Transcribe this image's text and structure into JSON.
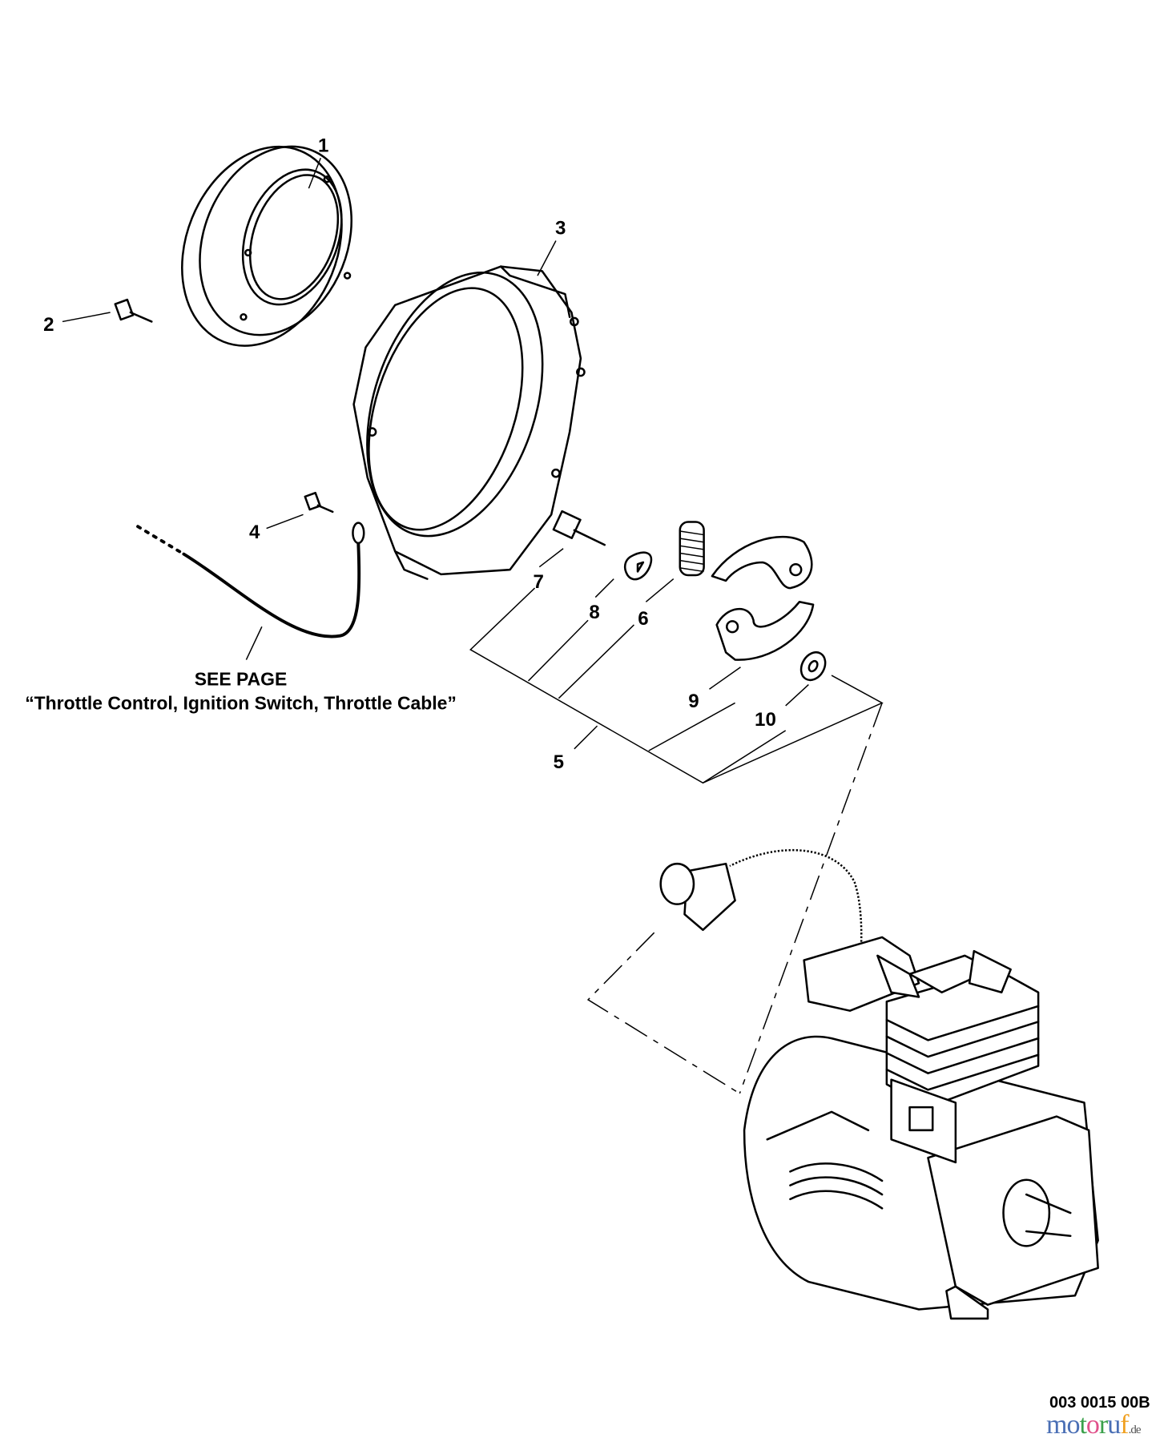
{
  "diagram": {
    "callouts": {
      "p1": "1",
      "p2": "2",
      "p3": "3",
      "p4": "4",
      "p5": "5",
      "p6": "6",
      "p7": "7",
      "p8": "8",
      "p9": "9",
      "p10": "10"
    },
    "see_page": {
      "line1": "SEE PAGE",
      "line2": "“Throttle Control, Ignition Switch, Throttle Cable”"
    },
    "drawing_code": "003 0015 00B"
  },
  "watermark": {
    "letters": [
      "m",
      "o",
      "t",
      "o",
      "r",
      "u",
      "f"
    ],
    "suffix": ".de",
    "colors": [
      "#4a6fb5",
      "#4a6fb5",
      "#3aa04a",
      "#e0508a",
      "#3aa04a",
      "#4a6fb5",
      "#f0a020"
    ]
  }
}
